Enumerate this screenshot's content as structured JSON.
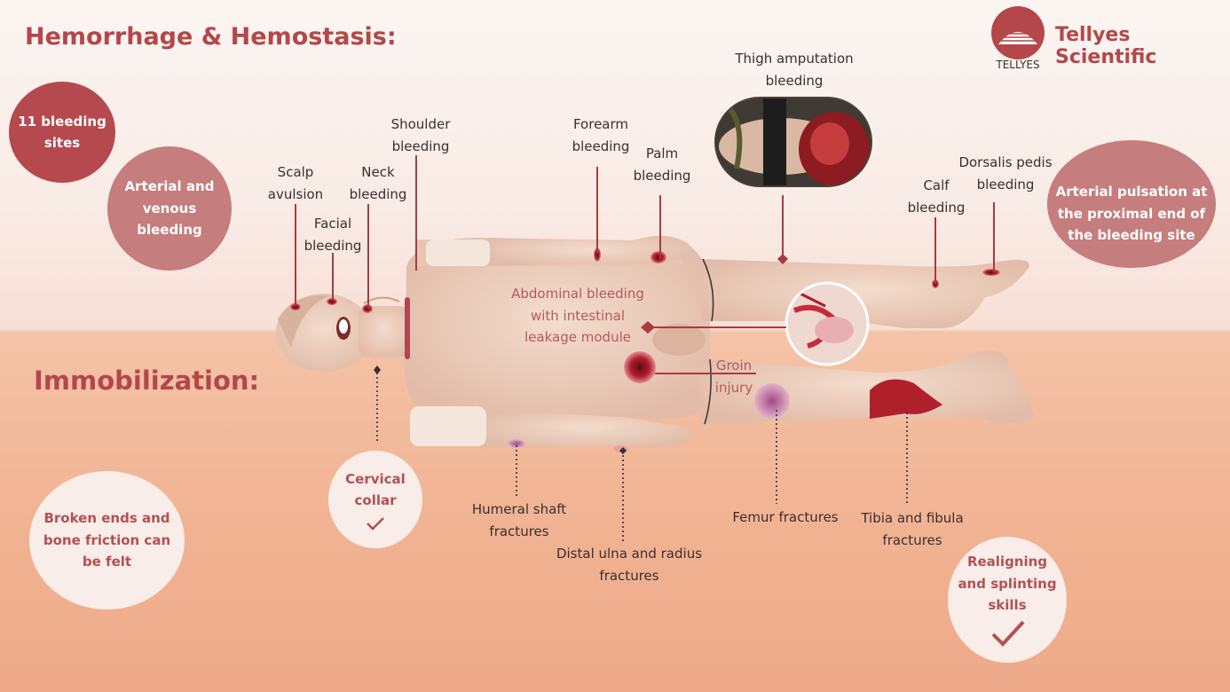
{
  "titles": {
    "hemorrhage": "Hemorrhage & Hemostasis:",
    "immobilization": "Immobilization:"
  },
  "brand": {
    "name": "Tellyes Scientific",
    "sub": "TELLYES",
    "color": "#b4474a"
  },
  "badges": {
    "bleeding_sites": [
      "11 bleeding",
      "sites"
    ],
    "arterial_venous": [
      "Arterial and",
      "venous",
      "bleeding"
    ],
    "pulsation": [
      "Arterial pulsation at",
      "the proximal end of",
      "the bleeding site"
    ],
    "broken_ends": [
      "Broken ends and",
      "bone friction can",
      "be felt"
    ],
    "cervical_collar": [
      "Cervical",
      "collar"
    ],
    "realigning": [
      "Realigning",
      "and splinting",
      "skills"
    ]
  },
  "labels": {
    "scalp": [
      "Scalp",
      "avulsion"
    ],
    "facial": [
      "Facial",
      "bleeding"
    ],
    "neck": [
      "Neck",
      "bleeding"
    ],
    "shoulder": [
      "Shoulder",
      "bleeding"
    ],
    "forearm": [
      "Forearm",
      "bleeding"
    ],
    "palm": [
      "Palm",
      "bleeding"
    ],
    "thigh": [
      "Thigh amputation",
      "bleeding"
    ],
    "calf": [
      "Calf",
      "bleeding"
    ],
    "dorsalis": [
      "Dorsalis pedis",
      "bleeding"
    ],
    "abdominal": [
      "Abdominal bleeding",
      "with intestinal",
      "leakage module"
    ],
    "groin": [
      "Groin",
      "injury"
    ],
    "humeral": [
      "Humeral shaft",
      "fractures"
    ],
    "distal": [
      "Distal ulna and radius",
      "fractures"
    ],
    "femur": [
      "Femur fractures"
    ],
    "tibia": [
      "Tibia and fibula",
      "fractures"
    ]
  },
  "colors": {
    "accent": "#b4474a",
    "wound": "#b0202a",
    "skin": "#ecd2c1"
  },
  "icons": [
    "logo-icon",
    "heartbeat-icon",
    "checkmark-icon"
  ]
}
